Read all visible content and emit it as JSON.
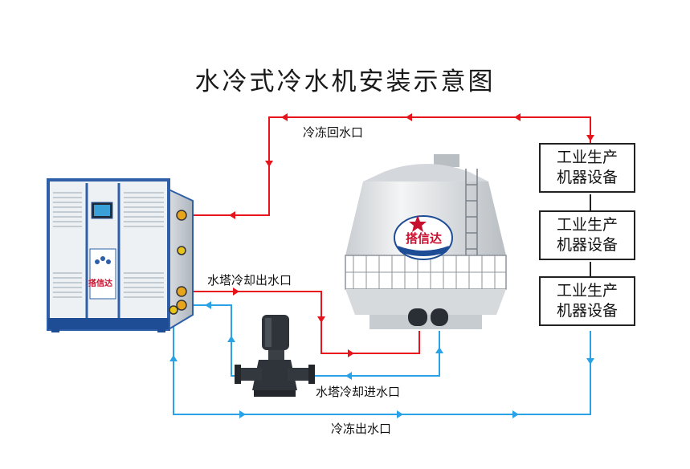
{
  "title": "水冷式冷水机安装示意图",
  "labels": {
    "chilled_return": "冷冻回水口",
    "tower_cooling_outlet": "水塔冷却出水口",
    "tower_cooling_inlet": "水塔冷却进水口",
    "chilled_outlet": "冷冻出水口"
  },
  "equipment": [
    {
      "line1": "工业生产",
      "line2": "机器设备"
    },
    {
      "line1": "工业生产",
      "line2": "机器设备"
    },
    {
      "line1": "工业生产",
      "line2": "机器设备"
    }
  ],
  "brand": "搭信达",
  "colors": {
    "hot_line": "#e8141b",
    "cold_line": "#29a3e6",
    "chiller_frame": "#2e5fa8",
    "tower_body": "#e4e6e8"
  },
  "icons": [
    "water-cooled-chiller",
    "cooling-tower",
    "vertical-pump"
  ]
}
